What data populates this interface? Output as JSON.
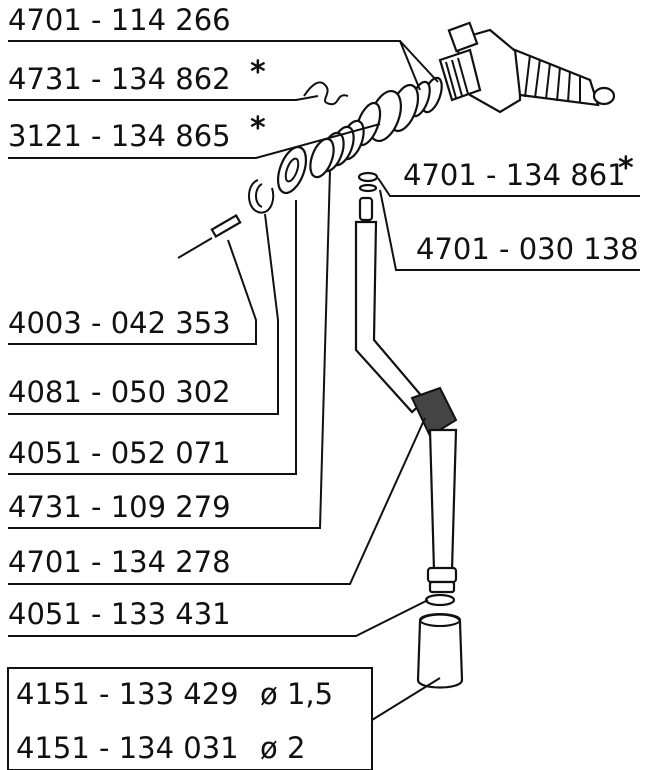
{
  "diagram": {
    "callouts": [
      {
        "id": "c1",
        "code": "4701 - 114 266",
        "star": ""
      },
      {
        "id": "c2",
        "code": "4731 - 134 862",
        "star": "*"
      },
      {
        "id": "c3",
        "code": "3121 - 134 865",
        "star": "*"
      },
      {
        "id": "c4",
        "code": "4701 - 134 861",
        "star": "*"
      },
      {
        "id": "c5",
        "code": "4701 - 030 138",
        "star": ""
      },
      {
        "id": "c6",
        "code": "4003 - 042 353",
        "star": ""
      },
      {
        "id": "c7",
        "code": "4081 - 050 302",
        "star": ""
      },
      {
        "id": "c8",
        "code": "4051 - 052 071",
        "star": ""
      },
      {
        "id": "c9",
        "code": "4731 - 109 279",
        "star": ""
      },
      {
        "id": "c10",
        "code": "4701 - 134 278",
        "star": ""
      },
      {
        "id": "c11",
        "code": "4051 - 133 431",
        "star": ""
      }
    ],
    "boxed": [
      {
        "id": "b1",
        "code": "4151 - 133 429",
        "size": "ø 1,5"
      },
      {
        "id": "b2",
        "code": "4151 - 134 031",
        "size": "ø 2"
      }
    ]
  }
}
